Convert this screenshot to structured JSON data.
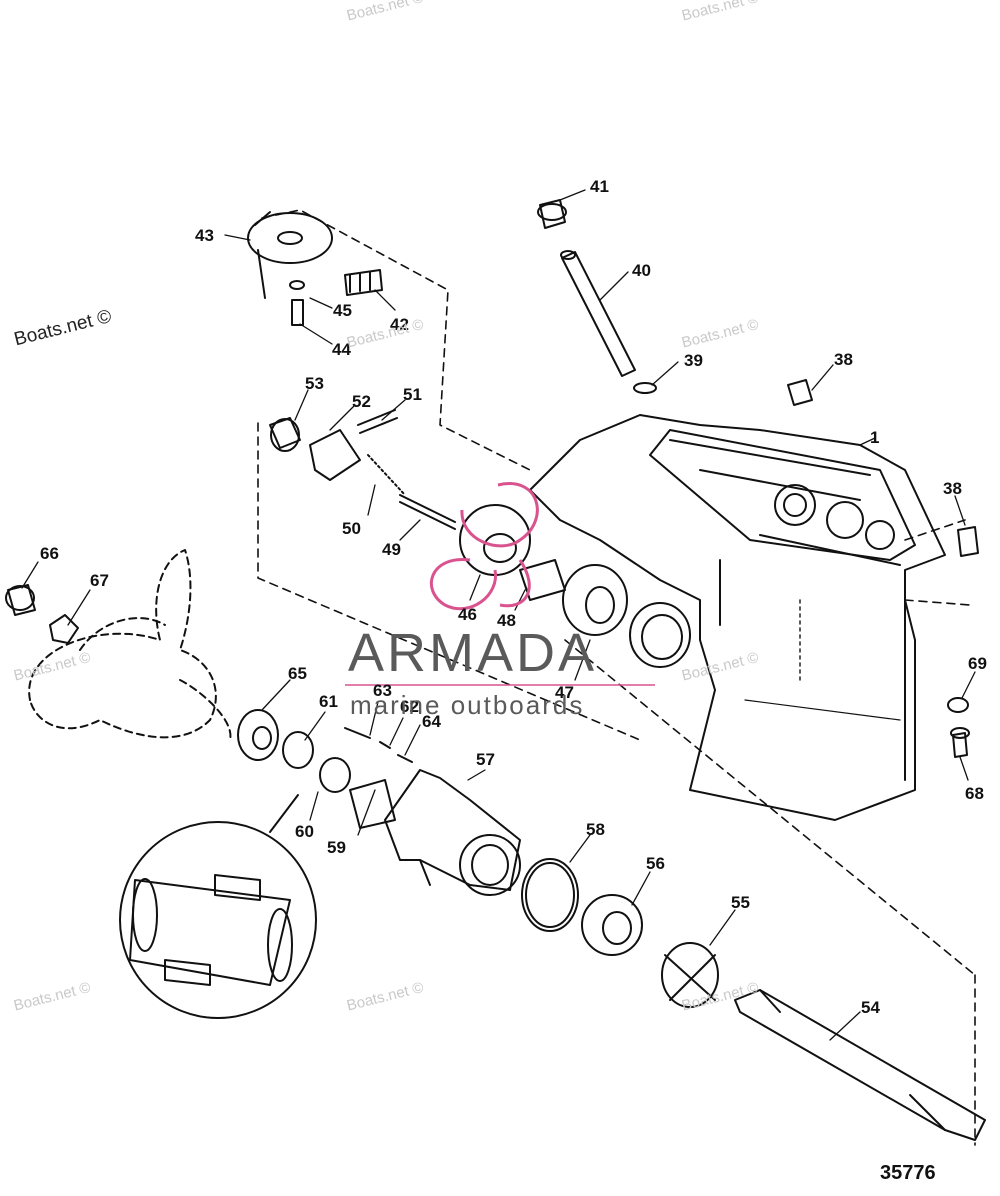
{
  "diagram": {
    "reference_number": "35776",
    "part_labels": [
      "1",
      "38",
      "38",
      "39",
      "40",
      "41",
      "42",
      "43",
      "44",
      "45",
      "46",
      "47",
      "48",
      "49",
      "50",
      "51",
      "52",
      "53",
      "54",
      "55",
      "56",
      "57",
      "58",
      "59",
      "60",
      "61",
      "62",
      "63",
      "64",
      "65",
      "66",
      "67",
      "68",
      "69"
    ]
  },
  "watermarks": {
    "main": "Boats.net ©",
    "faint": "Boats.net ©"
  },
  "logo": {
    "name": "ARMADA",
    "tagline": "marine outboards",
    "accent_color": "#d9548f"
  },
  "colors": {
    "line": "#111111",
    "watermark": "#c9c9c9",
    "logo_text": "#5a5a5a"
  }
}
